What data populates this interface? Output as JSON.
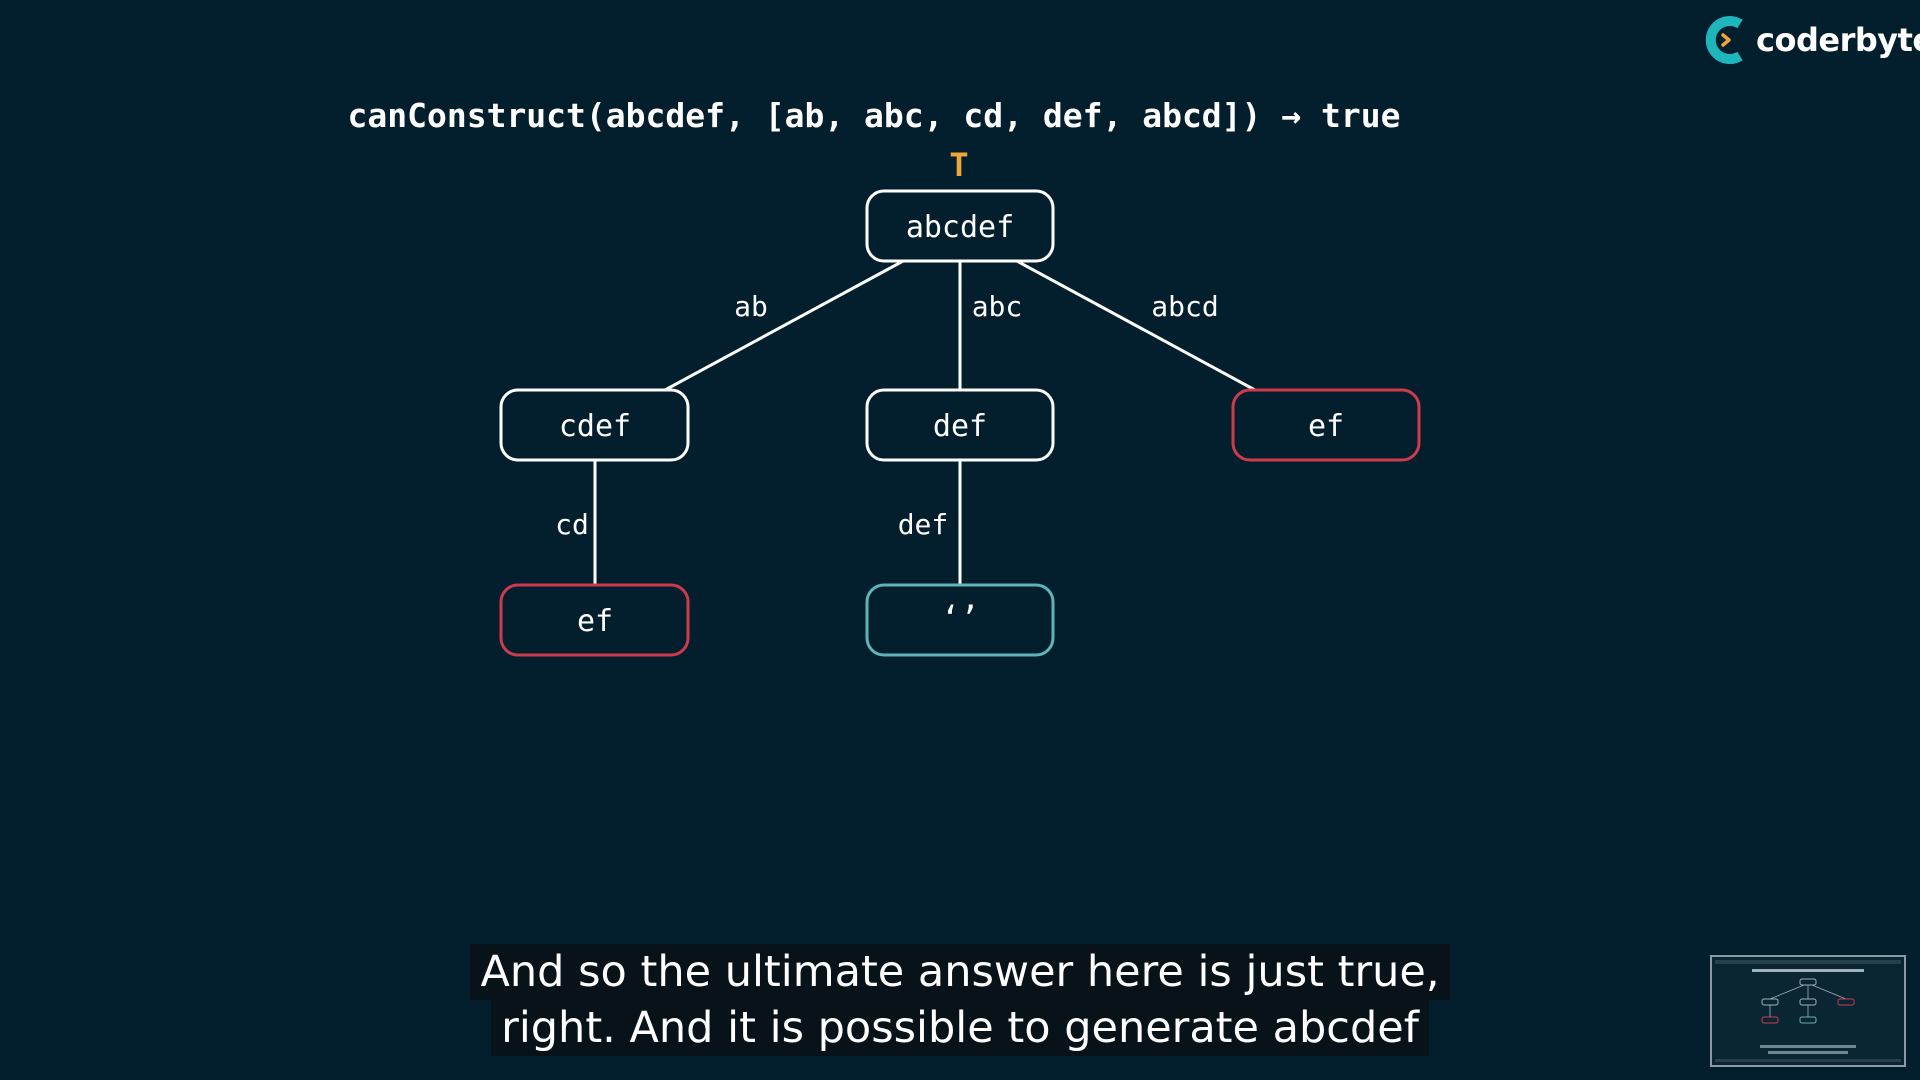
{
  "brand": {
    "name": "coderbyte",
    "mark_color": "#1fb5bd",
    "accent_color": "#f0a63a"
  },
  "header": {
    "expression": "canConstruct(abcdef, [ab, abc, cd, def, abcd]) → true"
  },
  "tree": {
    "root_result": "T",
    "nodes": {
      "root": "abcdef",
      "cdef": "cdef",
      "def": "def",
      "ef_right": "ef",
      "ef_left": "ef",
      "empty": "‘’"
    },
    "edges": {
      "ab": "ab",
      "abc": "abc",
      "abcd": "abcd",
      "cd": "cd",
      "def": "def"
    },
    "colors": {
      "background": "#031f2d",
      "default_border": "#ffffff",
      "failed_border": "#cf3b4c",
      "success_border": "#5fb3b9",
      "result_text": "#f0a63a",
      "line": "#ffffff"
    }
  },
  "caption": {
    "line1": "And so the ultimate answer here is just true,",
    "line2": "right. And it is possible to generate abcdef"
  }
}
